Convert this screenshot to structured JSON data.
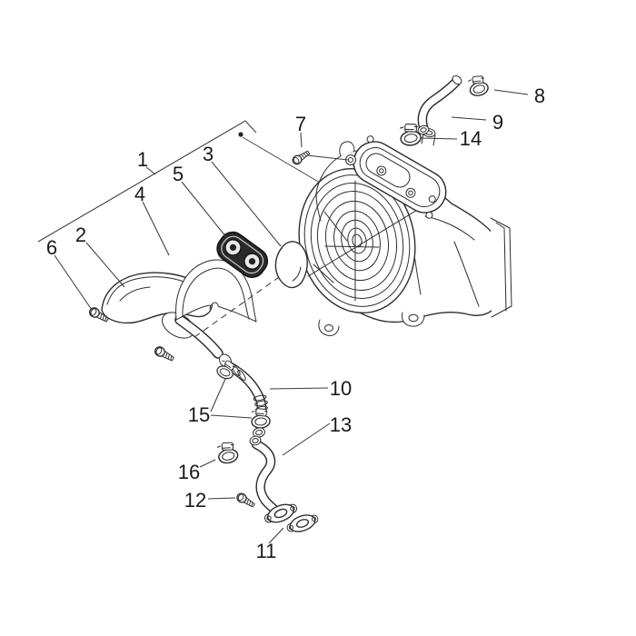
{
  "diagram": {
    "kind": "exploded-parts-diagram",
    "callouts": [
      {
        "label": "1"
      },
      {
        "label": "2"
      },
      {
        "label": "3"
      },
      {
        "label": "4"
      },
      {
        "label": "5"
      },
      {
        "label": "6"
      },
      {
        "label": "7"
      },
      {
        "label": "8"
      },
      {
        "label": "9"
      },
      {
        "label": "10"
      },
      {
        "label": "11"
      },
      {
        "label": "12"
      },
      {
        "label": "13"
      },
      {
        "label": "14"
      },
      {
        "label": "15"
      },
      {
        "label": "16"
      }
    ]
  },
  "colors": {
    "background": "#ffffff",
    "line": "#2e2e2e",
    "label_text": "#1a1a1a",
    "dark_part_fill": "#2a2a2a"
  }
}
